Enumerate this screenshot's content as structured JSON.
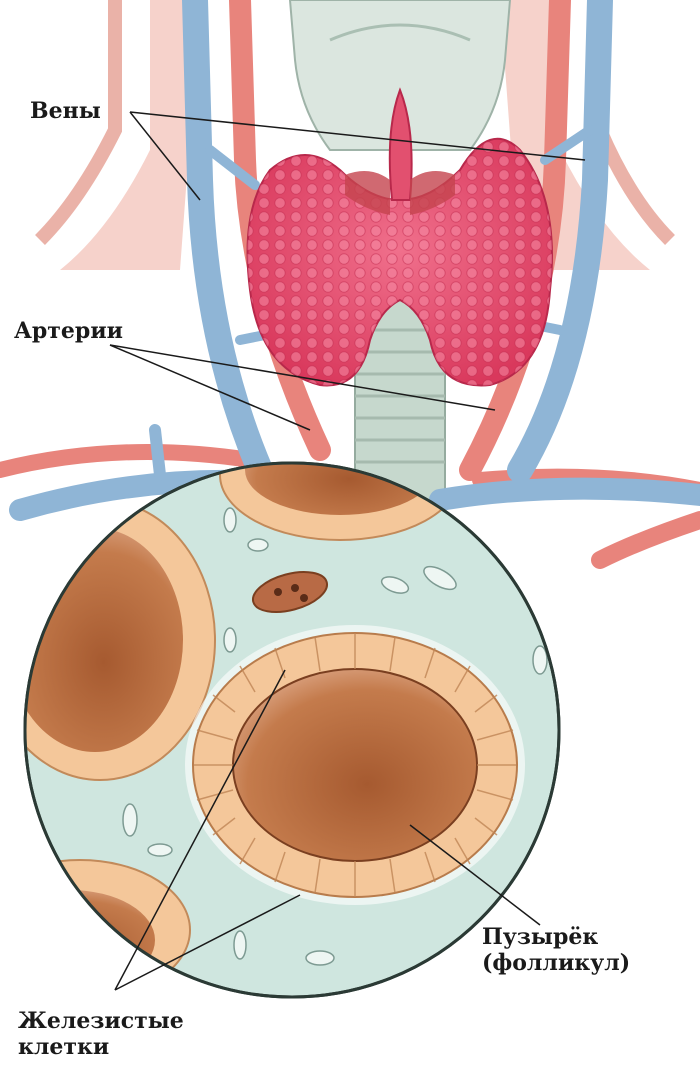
{
  "labels": {
    "veins": "Вены",
    "arteries": "Артерии",
    "follicle_line1": "Пузырёк",
    "follicle_line2": "(фолликул)",
    "glandular_line1": "Железистые",
    "glandular_line2": "клетки"
  },
  "colors": {
    "vein": "#8fb5d6",
    "artery": "#e07a73",
    "thyroid": "#e8476a",
    "trachea": "#c9d8cf",
    "tissue": "#cfe6df",
    "follicle_colloid": "#b5673a",
    "cell": "#f4c79a"
  }
}
